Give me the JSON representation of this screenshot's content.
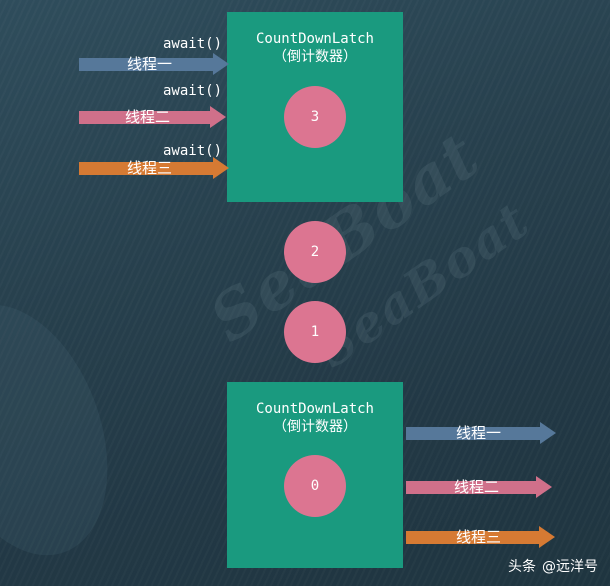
{
  "top_latch": {
    "title": "CountDownLatch",
    "subtitle": "（倒计数器）",
    "count": "3"
  },
  "middle_counts": [
    "2",
    "1"
  ],
  "bottom_latch": {
    "title": "CountDownLatch",
    "subtitle": "（倒计数器）",
    "count": "0"
  },
  "await_label": "await()",
  "threads": [
    "线程一",
    "线程二",
    "线程三"
  ],
  "watermark": "SeaBoat",
  "footer": {
    "platform": "头条",
    "author": "@远洋号"
  },
  "colors": {
    "latch": "#1a9a7f",
    "counter": "#dc7591",
    "thread1": "#56789a",
    "thread2": "#d0708a",
    "thread3": "#d67a33"
  }
}
